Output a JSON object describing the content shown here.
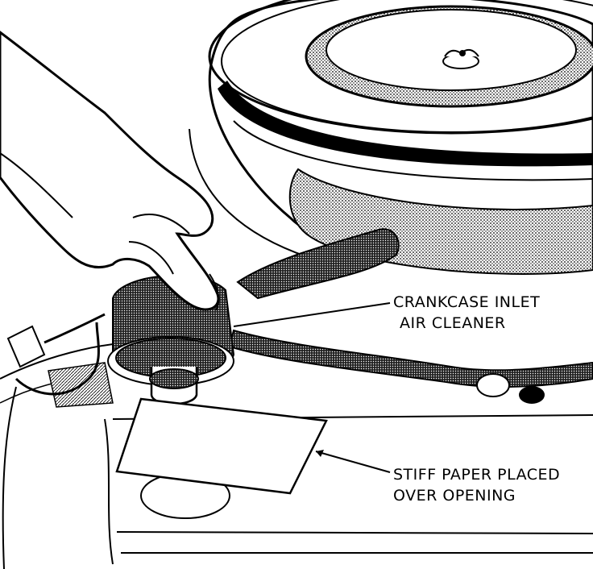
{
  "callouts": {
    "crankcase_inlet": {
      "line1": "CRANKCASE INLET",
      "line2": "AIR CLEANER"
    },
    "stiff_paper": {
      "line1": "STIFF PAPER PLACED",
      "line2": "OVER OPENING"
    }
  },
  "colors": {
    "ink": "#000000",
    "paper": "#ffffff",
    "shade": "#9a9a9a"
  }
}
